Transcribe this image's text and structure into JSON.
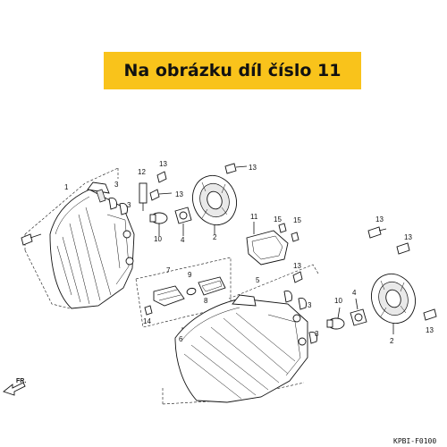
{
  "banner": {
    "text": "Na obrázku díl číslo 11",
    "color": "#f9c31b"
  },
  "diagram": {
    "code": "KPBI-F0100",
    "direction_label": "FR.",
    "callouts": {
      "c1": "1",
      "c2a": "2",
      "c2b": "2",
      "c3a": "3",
      "c3b": "3",
      "c3c": "3",
      "c3d": "3",
      "c4a": "4",
      "c4b": "4",
      "c5": "5",
      "c6": "6",
      "c7": "7",
      "c8": "8",
      "c9": "9",
      "c10a": "10",
      "c10b": "10",
      "c11": "11",
      "c12": "12",
      "c13a": "13",
      "c13b": "13",
      "c13c": "13",
      "c13d": "13",
      "c13e": "13",
      "c13f": "13",
      "c13g": "13",
      "c14": "14",
      "c15a": "15",
      "c15b": "15"
    }
  }
}
